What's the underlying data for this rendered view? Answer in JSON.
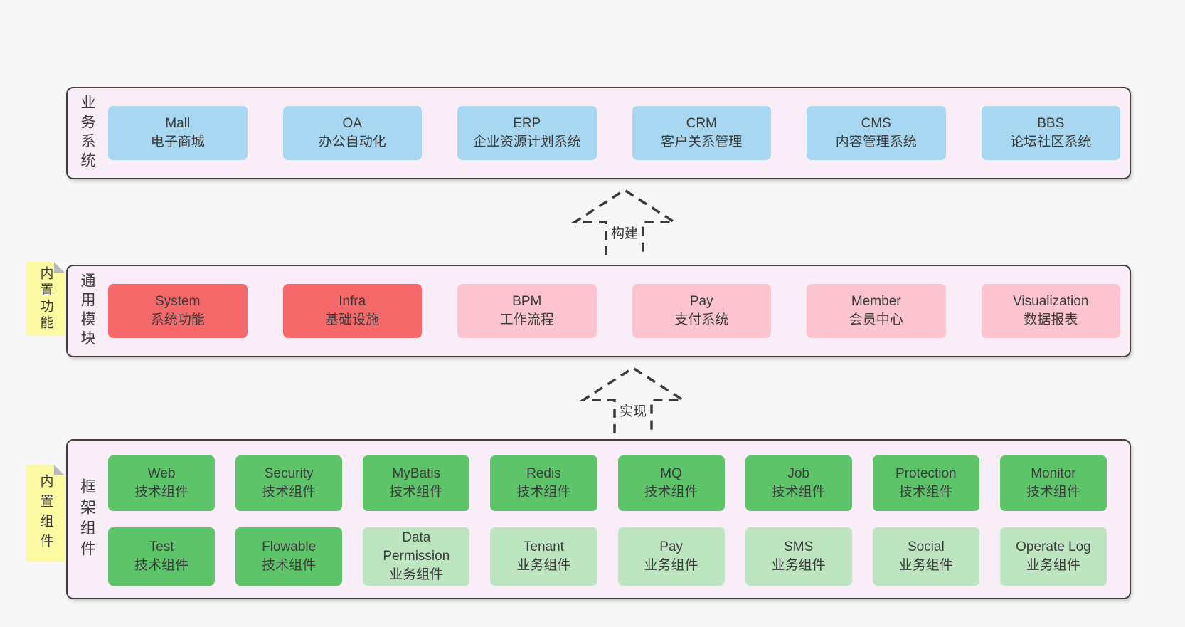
{
  "palette": {
    "page_bg": "#f7f7f7",
    "layer_bg": "#f9eef8",
    "layer_border": "#3f3f3f",
    "blue": "#a8d8f1",
    "red": "#f5696b",
    "pink": "#fbc4cf",
    "green_dark": "#5ec46a",
    "green_light": "#bce5c0",
    "sticky_yellow": "#fbf9a2",
    "sticky_fold": "#b9b9b9",
    "text": "#3b3b3b",
    "arrow_stroke": "#3a3a3a"
  },
  "layers": [
    {
      "id": "business",
      "label": "业务系统",
      "boxes": [
        {
          "name": "Mall",
          "desc": "电子商城",
          "variant": "blue"
        },
        {
          "name": "OA",
          "desc": "办公自动化",
          "variant": "blue"
        },
        {
          "name": "ERP",
          "desc": "企业资源计划系统",
          "variant": "blue"
        },
        {
          "name": "CRM",
          "desc": "客户关系管理",
          "variant": "blue"
        },
        {
          "name": "CMS",
          "desc": "内容管理系统",
          "variant": "blue"
        },
        {
          "name": "BBS",
          "desc": "论坛社区系统",
          "variant": "blue"
        }
      ]
    },
    {
      "id": "modules",
      "label": "通用模块",
      "sticky": "内置功能",
      "boxes": [
        {
          "name": "System",
          "desc": "系统功能",
          "variant": "red"
        },
        {
          "name": "Infra",
          "desc": "基础设施",
          "variant": "red"
        },
        {
          "name": "BPM",
          "desc": "工作流程",
          "variant": "pink"
        },
        {
          "name": "Pay",
          "desc": "支付系统",
          "variant": "pink"
        },
        {
          "name": "Member",
          "desc": "会员中心",
          "variant": "pink"
        },
        {
          "name": "Visualization",
          "desc": "数据报表",
          "variant": "pink"
        }
      ]
    },
    {
      "id": "components",
      "label": "框架组件",
      "sticky": "内置组件",
      "rows": [
        [
          {
            "name": "Web",
            "desc": "技术组件",
            "variant": "green"
          },
          {
            "name": "Security",
            "desc": "技术组件",
            "variant": "green"
          },
          {
            "name": "MyBatis",
            "desc": "技术组件",
            "variant": "green"
          },
          {
            "name": "Redis",
            "desc": "技术组件",
            "variant": "green"
          },
          {
            "name": "MQ",
            "desc": "技术组件",
            "variant": "green"
          },
          {
            "name": "Job",
            "desc": "技术组件",
            "variant": "green"
          },
          {
            "name": "Protection",
            "desc": "技术组件",
            "variant": "green"
          },
          {
            "name": "Monitor",
            "desc": "技术组件",
            "variant": "green"
          }
        ],
        [
          {
            "name": "Test",
            "desc": "技术组件",
            "variant": "green"
          },
          {
            "name": "Flowable",
            "desc": "技术组件",
            "variant": "green"
          },
          {
            "name": "Data Permission",
            "desc": "业务组件",
            "variant": "green_light"
          },
          {
            "name": "Tenant",
            "desc": "业务组件",
            "variant": "green_light"
          },
          {
            "name": "Pay",
            "desc": "业务组件",
            "variant": "green_light"
          },
          {
            "name": "SMS",
            "desc": "业务组件",
            "variant": "green_light"
          },
          {
            "name": "Social",
            "desc": "业务组件",
            "variant": "green_light"
          },
          {
            "name": "Operate Log",
            "desc": "业务组件",
            "variant": "green_light"
          }
        ]
      ]
    }
  ],
  "arrows": [
    {
      "label": "构建"
    },
    {
      "label": "实现"
    }
  ]
}
